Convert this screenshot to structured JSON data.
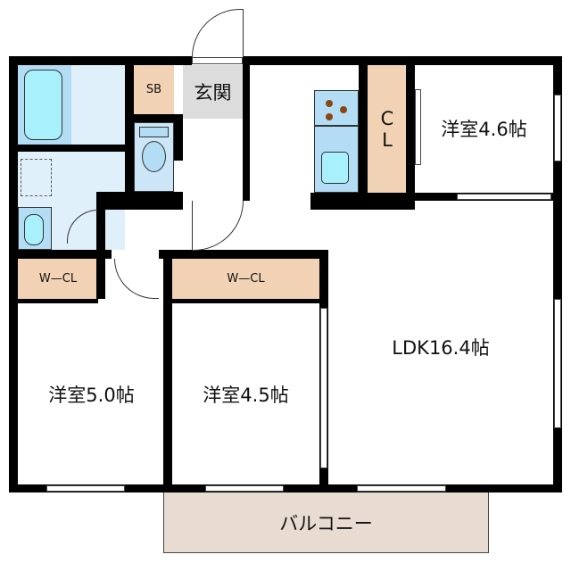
{
  "rooms": {
    "genkan": "玄関",
    "sb": "SB",
    "cl_top": "C",
    "cl_bottom": "L",
    "western_46": "洋室4.6帖",
    "ldk": "LDK16.4帖",
    "wcl_left": "W—CL",
    "wcl_mid": "W—CL",
    "western_50": "洋室5.0帖",
    "western_45": "洋室4.5帖",
    "balcony": "バルコニー"
  },
  "colors": {
    "closet": "#f2d2b4",
    "wet_area": "#dff0fb",
    "fixture": "#a8f0fc",
    "entrance": "#dcdcdc",
    "balcony": "#e8dcd2"
  }
}
